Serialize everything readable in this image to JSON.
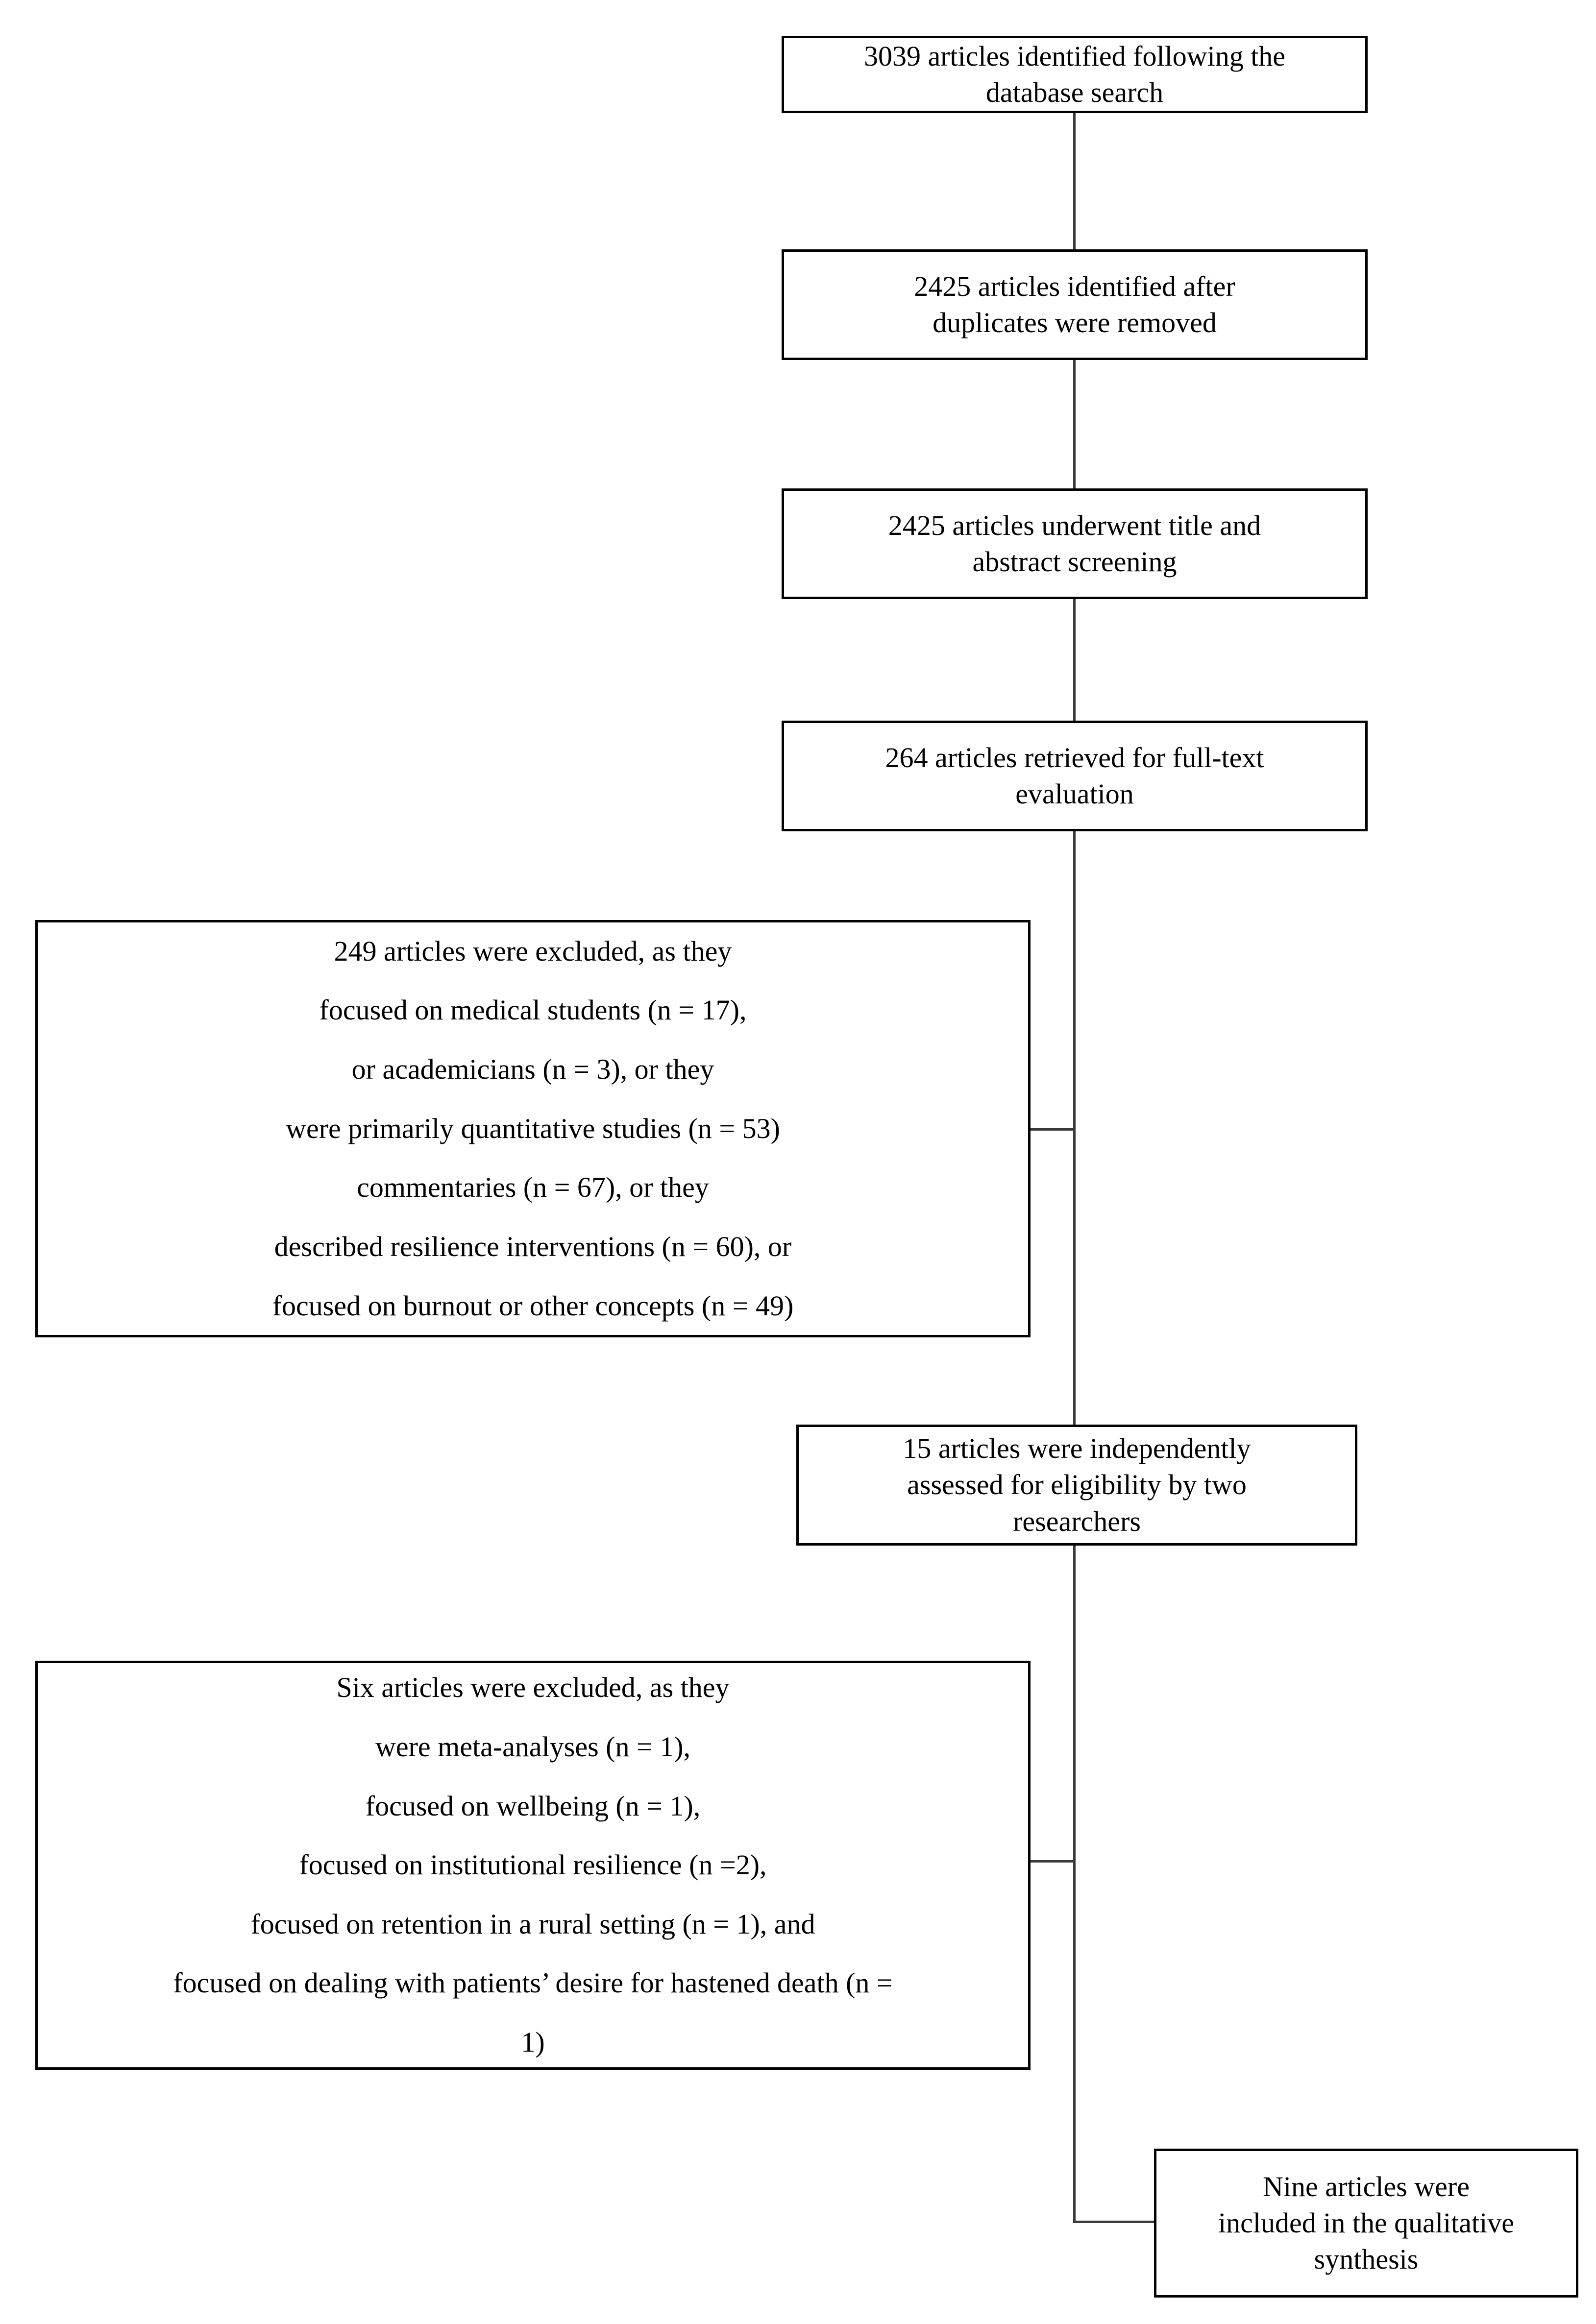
{
  "diagram": {
    "type": "prisma-flow-diagram",
    "title": "",
    "colors": {
      "box_border": "#000000",
      "connector": "#3a3a3a",
      "background": "#ffffff",
      "text": "#000000"
    },
    "nodes": [
      {
        "id": "identified",
        "lines": [
          "3039 articles identified following the",
          "database search"
        ]
      },
      {
        "id": "after-duplicates",
        "lines": [
          "2425 articles identified after",
          "duplicates were removed"
        ]
      },
      {
        "id": "title-abstract-screening",
        "lines": [
          "2425 articles underwent title and",
          "abstract screening"
        ]
      },
      {
        "id": "full-text-retrieved",
        "lines": [
          "264 articles retrieved for full-text",
          "evaluation"
        ]
      },
      {
        "id": "excluded-249",
        "lines": [
          "249 articles were excluded, as they",
          "focused on medical students (n = 17),",
          "or academicians (n = 3), or they",
          "were primarily quantitative studies (n = 53)",
          "commentaries (n = 67), or they",
          "described resilience interventions (n = 60), or",
          "focused on burnout or other concepts (n = 49)"
        ]
      },
      {
        "id": "eligibility-assessed",
        "lines": [
          "15 articles were independently",
          "assessed for eligibility by two",
          "researchers"
        ]
      },
      {
        "id": "excluded-six",
        "lines": [
          "Six articles were excluded, as they",
          "were meta-analyses (n = 1),",
          "focused on wellbeing (n = 1),",
          "focused on institutional resilience (n =2),",
          "focused on retention in a rural setting (n = 1), and",
          "focused on dealing with patients’ desire for hastened death (n =",
          "1)"
        ]
      },
      {
        "id": "included-nine",
        "lines": [
          "Nine articles were",
          "included in the qualitative",
          "synthesis"
        ]
      }
    ]
  }
}
